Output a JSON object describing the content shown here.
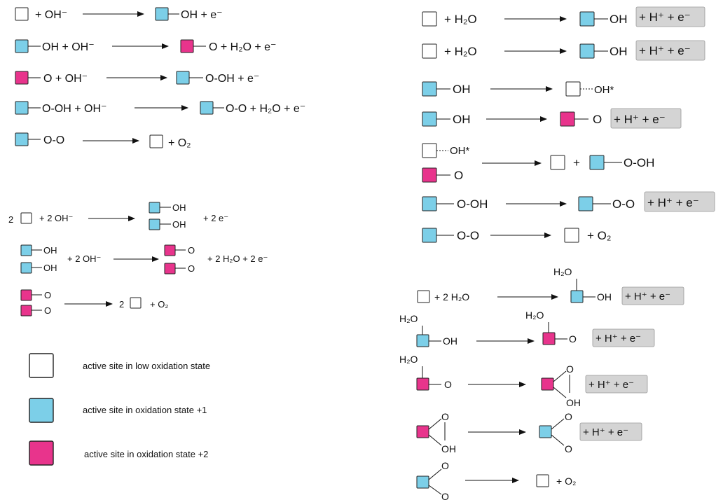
{
  "colors": {
    "low": "#ffffff",
    "ox1": "#7ccfe8",
    "ox2": "#e8348c",
    "highlight": "#d4d4d4"
  },
  "left_reactions": [
    {
      "lhs": "+ OH⁻",
      "rhs": "OH  + e⁻"
    },
    {
      "lhs": "OH  + OH⁻",
      "rhs": "O  + H₂O  + e⁻"
    },
    {
      "lhs": "O  + OH⁻",
      "rhs": "O-OH  + e⁻"
    },
    {
      "lhs": "O-OH  + OH⁻",
      "rhs": "O-O + H₂O  + e⁻"
    },
    {
      "lhs": "O-O",
      "rhs": "+ O₂"
    }
  ],
  "left_dimer": {
    "r1_coef": "2",
    "r1_lhs": "+ 2 OH⁻",
    "r1_oh_a": "OH",
    "r1_oh_b": "OH",
    "r1_rhs": "+ 2 e⁻",
    "r2_oh_a": "OH",
    "r2_oh_b": "OH",
    "r2_lhs": "+ 2 OH⁻",
    "r2_o_a": "O",
    "r2_o_b": "O",
    "r2_rhs": "+ 2 H₂O   + 2 e⁻",
    "r3_o_a": "O",
    "r3_o_b": "O",
    "r3_coef": "2",
    "r3_rhs": "+ O₂"
  },
  "legend": [
    {
      "label": "active site in low oxidation state"
    },
    {
      "label": "active site in oxidation state +1"
    },
    {
      "label": "active site in oxidation state +2"
    }
  ],
  "right_acidic": {
    "r1_lhs": "+ H₂O",
    "r1_rhs": "OH",
    "r2_lhs": "+ H₂O",
    "r2_rhs": "OH",
    "r3_lhs": "OH",
    "r3_rhs": "OH*",
    "r4_lhs": "OH",
    "r4_rhs": "O",
    "r5_lhs_a": "OH*",
    "r5_lhs_b": "O",
    "r5_rhs_plus": "+",
    "r5_rhs": "O-OH",
    "r6_lhs": "O-OH",
    "r6_rhs": "O-O",
    "r7_lhs": "O-O",
    "r7_rhs": "+ O₂",
    "proton_electron": "+ H⁺  + e⁻"
  },
  "right_bidentate": {
    "r1_lhs": "+ 2 H₂O",
    "r1_h2o": "H₂O",
    "r1_rhs": "OH",
    "r2_h2o": "H₂O",
    "r2_lhs": "OH",
    "r2_h2o_r": "H₂O",
    "r2_rhs": "O",
    "r3_h2o": "H₂O",
    "r3_lhs": "O",
    "r3_o_top": "O",
    "r3_oh": "OH",
    "r4_o": "O",
    "r4_oh": "OH",
    "r4_o_top": "O",
    "r4_o_bot": "O",
    "r5_o_top": "O",
    "r5_o_bot": "O",
    "r5_rhs": "+ O₂",
    "proton_electron": "+ H⁺  + e⁻"
  }
}
